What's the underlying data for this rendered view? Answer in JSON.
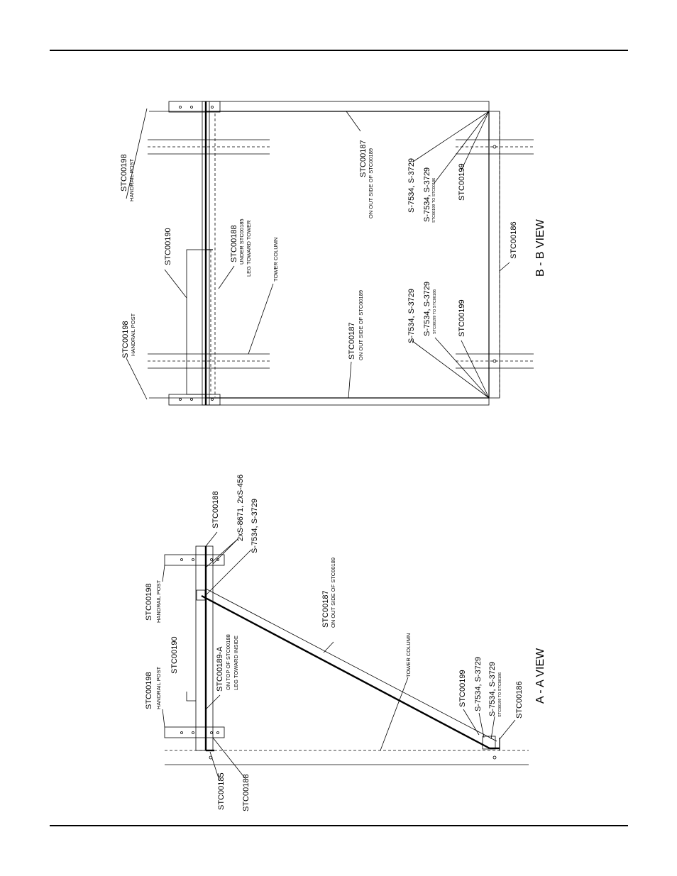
{
  "bb_view": {
    "title": "B - B VIEW",
    "labels": {
      "handrail_top": "STC00198",
      "handrail_top_sub": "HANDRAIL POST",
      "handrail_bottom": "STC00198",
      "handrail_bottom_sub": "HANDRAIL POST",
      "stc190": "STC00190",
      "stc188": "STC00188",
      "stc188_sub1": "UNDER STC00185",
      "stc188_sub2": "LEG TOWARD TOWER",
      "tower_column": "TOWER COLUMN",
      "stc187_top": "STC00187",
      "stc187_top_sub": "ON OUT SIDE OF STC00189",
      "stc187_bottom": "STC00187",
      "stc187_bottom_sub": "ON OUT SIDE OF STC00189",
      "bolts_top_1": "S-7534, S-3729",
      "bolts_top_2": "S-7534, S-3729",
      "bolts_top_2_sub": "STC00199 TO STC00186",
      "stc199_top": "STC00199",
      "bolts_bottom_1": "S-7534, S-3729",
      "bolts_bottom_2": "S-7534, S-3729",
      "bolts_bottom_2_sub": "STC00199 TO STC00186",
      "stc199_bottom": "STC00199",
      "stc186": "STC00186"
    }
  },
  "aa_view": {
    "title": "A - A VIEW",
    "labels": {
      "stc188_top": "STC00188",
      "bolts_2x": "2xS-8671, 2xS-456",
      "bolts_1": "S-7534, S-3729",
      "handrail_1": "STC00198",
      "handrail_1_sub": "HANDRAIL POST",
      "handrail_2": "STC00198",
      "handrail_2_sub": "HANDRAIL POST",
      "stc190": "STC00190",
      "stc189a": "STC00189-A",
      "stc189a_sub1": "ON TOP OF STC00188",
      "stc189a_sub2": "LEG TOWARD INSIDE",
      "stc187": "STC00187",
      "stc187_sub": "ON OUT SIDE OF STC00189",
      "tower_column": "TOWER COLUMN",
      "stc199": "STC00199",
      "bolts_2": "S-7534, S-3729",
      "bolts_3": "S-7534, S-3729",
      "bolts_3_sub": "STC00199 TO STC00186",
      "stc186": "STC00186",
      "stc185": "STC00185",
      "stc188_bottom": "STC00188"
    }
  }
}
